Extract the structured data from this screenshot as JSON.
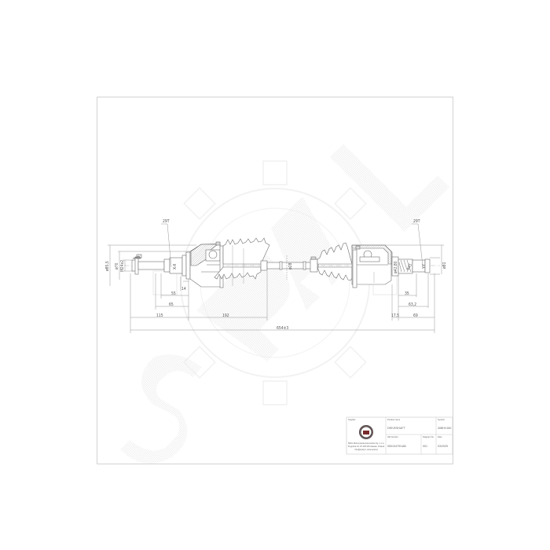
{
  "drawing": {
    "type": "technical-drawing",
    "subject": "driveshaft",
    "colors": {
      "line": "#6e6e6e",
      "dim_line": "#8a8a8a",
      "frame": "#c8c8c8",
      "watermark": "#f0f0f0",
      "hatch": "#9a9a9a"
    },
    "callouts": {
      "left_teeth": "29T",
      "right_teeth": "29T"
    },
    "diameters": {
      "left_outer": "ø85,5",
      "left_mid": "ø70",
      "left_thread": "M24x2",
      "left_spline": "X-X",
      "center_shaft": "ø28",
      "right_housing": "ø42,80",
      "right_spline_a": "ø45",
      "right_spline_b": "Y-Y",
      "right_outer": "ø81"
    },
    "dimensions": {
      "d14": "14",
      "d55": "55",
      "d65": "65",
      "d115": "115",
      "d192": "192",
      "total": "654±3",
      "r35": "35",
      "r63_2": "63,2",
      "r17_5": "17,5",
      "r69": "69"
    }
  },
  "title_block": {
    "supplier_label": "Supplier",
    "supplier_address_line1": "SPAL Motoryzacja Automotive Sp. z o.o.",
    "supplier_address_line2": "Pogodna 34, 87-300 Wroclawek, Poland",
    "supplier_address_line3": "info@spal.pl, www.spal.pl",
    "logo_icon": "company-seal-icon",
    "product_name_label": "Product name",
    "product_name": "DRIVESHAFT",
    "symbol_label": "Symbol",
    "symbol": "40BHV180",
    "oe_number_label": "OE Number",
    "oe_number": "05010479/1AB",
    "diagram_no_label": "Diagram No.",
    "diagram_no": "001",
    "date_label": "Date",
    "date": "03/2025"
  },
  "watermark": {
    "text": "SPAL",
    "icon": "gear-watermark-icon"
  }
}
